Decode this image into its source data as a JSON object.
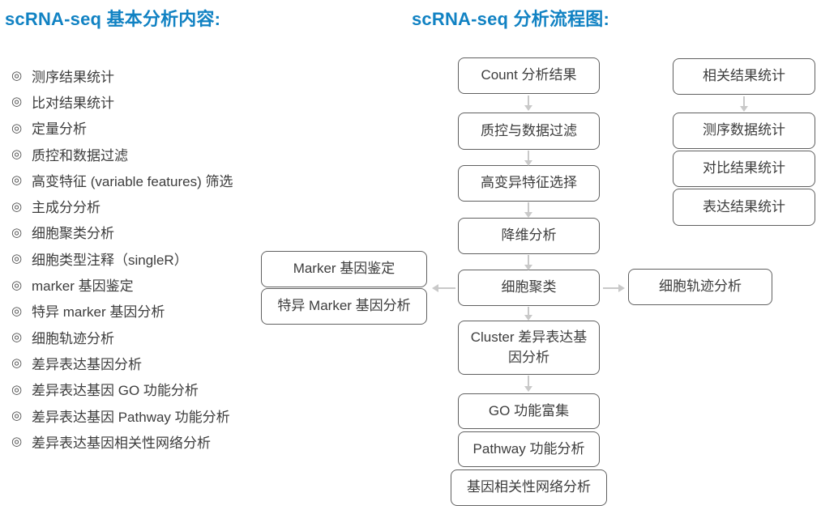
{
  "left_panel": {
    "title": "scRNA-seq 基本分析内容:",
    "bullet": "◎",
    "items": [
      "测序结果统计",
      "比对结果统计",
      "定量分析",
      "质控和数据过滤",
      "高变特征 (variable features) 筛选",
      "主成分分析",
      "细胞聚类分析",
      "细胞类型注释（singleR）",
      "marker 基因鉴定",
      "特异 marker 基因分析",
      "细胞轨迹分析",
      "差异表达基因分析",
      "差异表达基因 GO 功能分析",
      "差异表达基因 Pathway 功能分析",
      "差异表达基因相关性网络分析"
    ]
  },
  "flowchart": {
    "title": "scRNA-seq 分析流程图:",
    "main_column": [
      "Count 分析结果",
      "质控与数据过滤",
      "高变异特征选择",
      "降维分析",
      "细胞聚类",
      "Cluster 差异表达基因分析",
      "GO 功能富集",
      "Pathway 功能分析",
      "基因相关性网络分析"
    ],
    "left_branch": [
      "Marker 基因鉴定",
      "特异 Marker 基因分析"
    ],
    "right_branch": [
      "细胞轨迹分析"
    ],
    "stats_column": [
      "相关结果统计",
      "测序数据统计",
      "对比结果统计",
      "表达结果统计"
    ]
  },
  "colors": {
    "accent_blue": "#1182c3",
    "box_border": "#606060",
    "box_text": "#3d3d3d",
    "arrow_gray": "#c9c9c9",
    "background": "#ffffff"
  }
}
